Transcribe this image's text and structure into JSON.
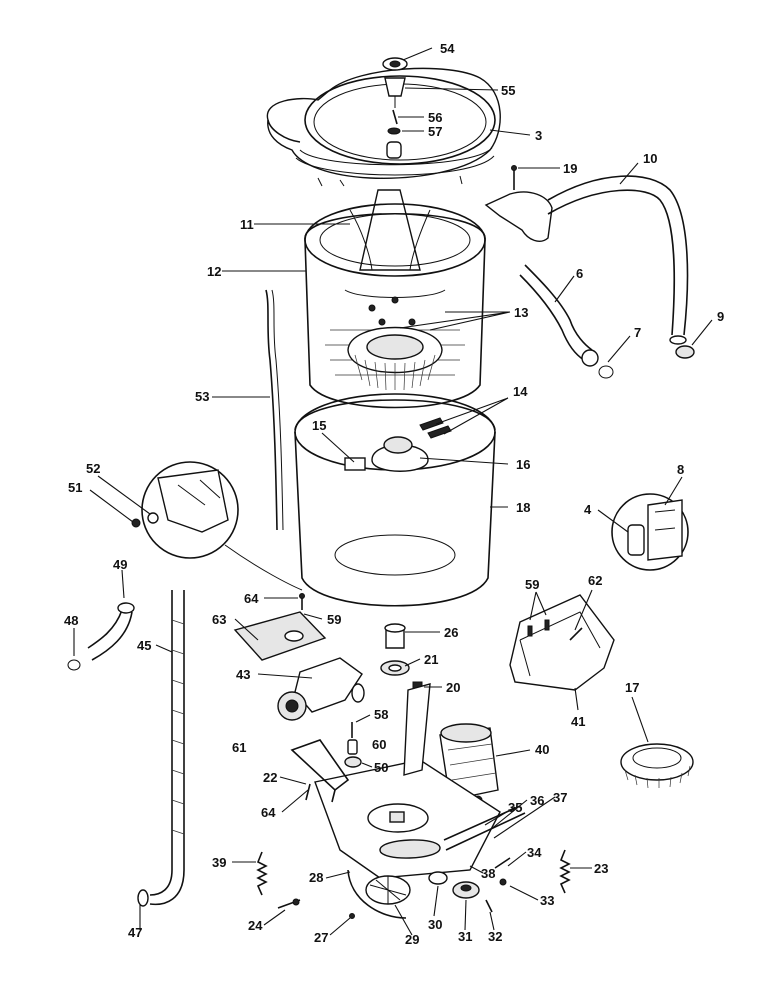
{
  "diagram": {
    "callouts": [
      {
        "id": "54",
        "label": "54"
      },
      {
        "id": "55",
        "label": "55"
      },
      {
        "id": "56",
        "label": "56"
      },
      {
        "id": "57",
        "label": "57"
      },
      {
        "id": "3",
        "label": "3"
      },
      {
        "id": "19",
        "label": "19"
      },
      {
        "id": "10",
        "label": "10"
      },
      {
        "id": "11",
        "label": "11"
      },
      {
        "id": "12",
        "label": "12"
      },
      {
        "id": "6",
        "label": "6"
      },
      {
        "id": "13",
        "label": "13"
      },
      {
        "id": "9",
        "label": "9"
      },
      {
        "id": "7",
        "label": "7"
      },
      {
        "id": "53",
        "label": "53"
      },
      {
        "id": "14",
        "label": "14"
      },
      {
        "id": "15",
        "label": "15"
      },
      {
        "id": "16",
        "label": "16"
      },
      {
        "id": "8",
        "label": "8"
      },
      {
        "id": "52",
        "label": "52"
      },
      {
        "id": "51",
        "label": "51"
      },
      {
        "id": "18",
        "label": "18"
      },
      {
        "id": "4",
        "label": "4"
      },
      {
        "id": "49",
        "label": "49"
      },
      {
        "id": "59a",
        "label": "59"
      },
      {
        "id": "62",
        "label": "62"
      },
      {
        "id": "64a",
        "label": "64"
      },
      {
        "id": "48",
        "label": "48"
      },
      {
        "id": "63",
        "label": "63"
      },
      {
        "id": "59b",
        "label": "59"
      },
      {
        "id": "26",
        "label": "26"
      },
      {
        "id": "45",
        "label": "45"
      },
      {
        "id": "21",
        "label": "21"
      },
      {
        "id": "17",
        "label": "17"
      },
      {
        "id": "43",
        "label": "43"
      },
      {
        "id": "20",
        "label": "20"
      },
      {
        "id": "41",
        "label": "41"
      },
      {
        "id": "58",
        "label": "58"
      },
      {
        "id": "61",
        "label": "61"
      },
      {
        "id": "60",
        "label": "60"
      },
      {
        "id": "40",
        "label": "40"
      },
      {
        "id": "50",
        "label": "50"
      },
      {
        "id": "22",
        "label": "22"
      },
      {
        "id": "35",
        "label": "35"
      },
      {
        "id": "36",
        "label": "36"
      },
      {
        "id": "37",
        "label": "37"
      },
      {
        "id": "64b",
        "label": "64"
      },
      {
        "id": "34",
        "label": "34"
      },
      {
        "id": "39",
        "label": "39"
      },
      {
        "id": "23",
        "label": "23"
      },
      {
        "id": "38",
        "label": "38"
      },
      {
        "id": "28",
        "label": "28"
      },
      {
        "id": "33",
        "label": "33"
      },
      {
        "id": "24",
        "label": "24"
      },
      {
        "id": "30",
        "label": "30"
      },
      {
        "id": "47",
        "label": "47"
      },
      {
        "id": "27",
        "label": "27"
      },
      {
        "id": "29",
        "label": "29"
      },
      {
        "id": "31",
        "label": "31"
      },
      {
        "id": "32",
        "label": "32"
      }
    ]
  }
}
